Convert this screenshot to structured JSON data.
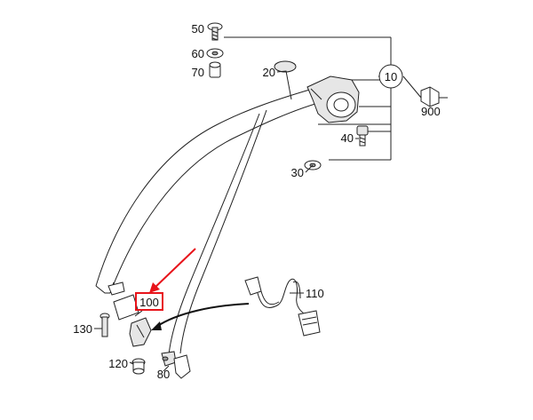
{
  "diagram": {
    "callouts": {
      "c10": "10",
      "c20": "20",
      "c30": "30",
      "c40": "40",
      "c50": "50",
      "c60": "60",
      "c70": "70",
      "c80": "80",
      "c100": "100",
      "c110": "110",
      "c120": "120",
      "c130": "130",
      "c900": "900"
    },
    "highlight": {
      "target": "100",
      "color": "#e8141b"
    },
    "line_color": "#222222"
  }
}
